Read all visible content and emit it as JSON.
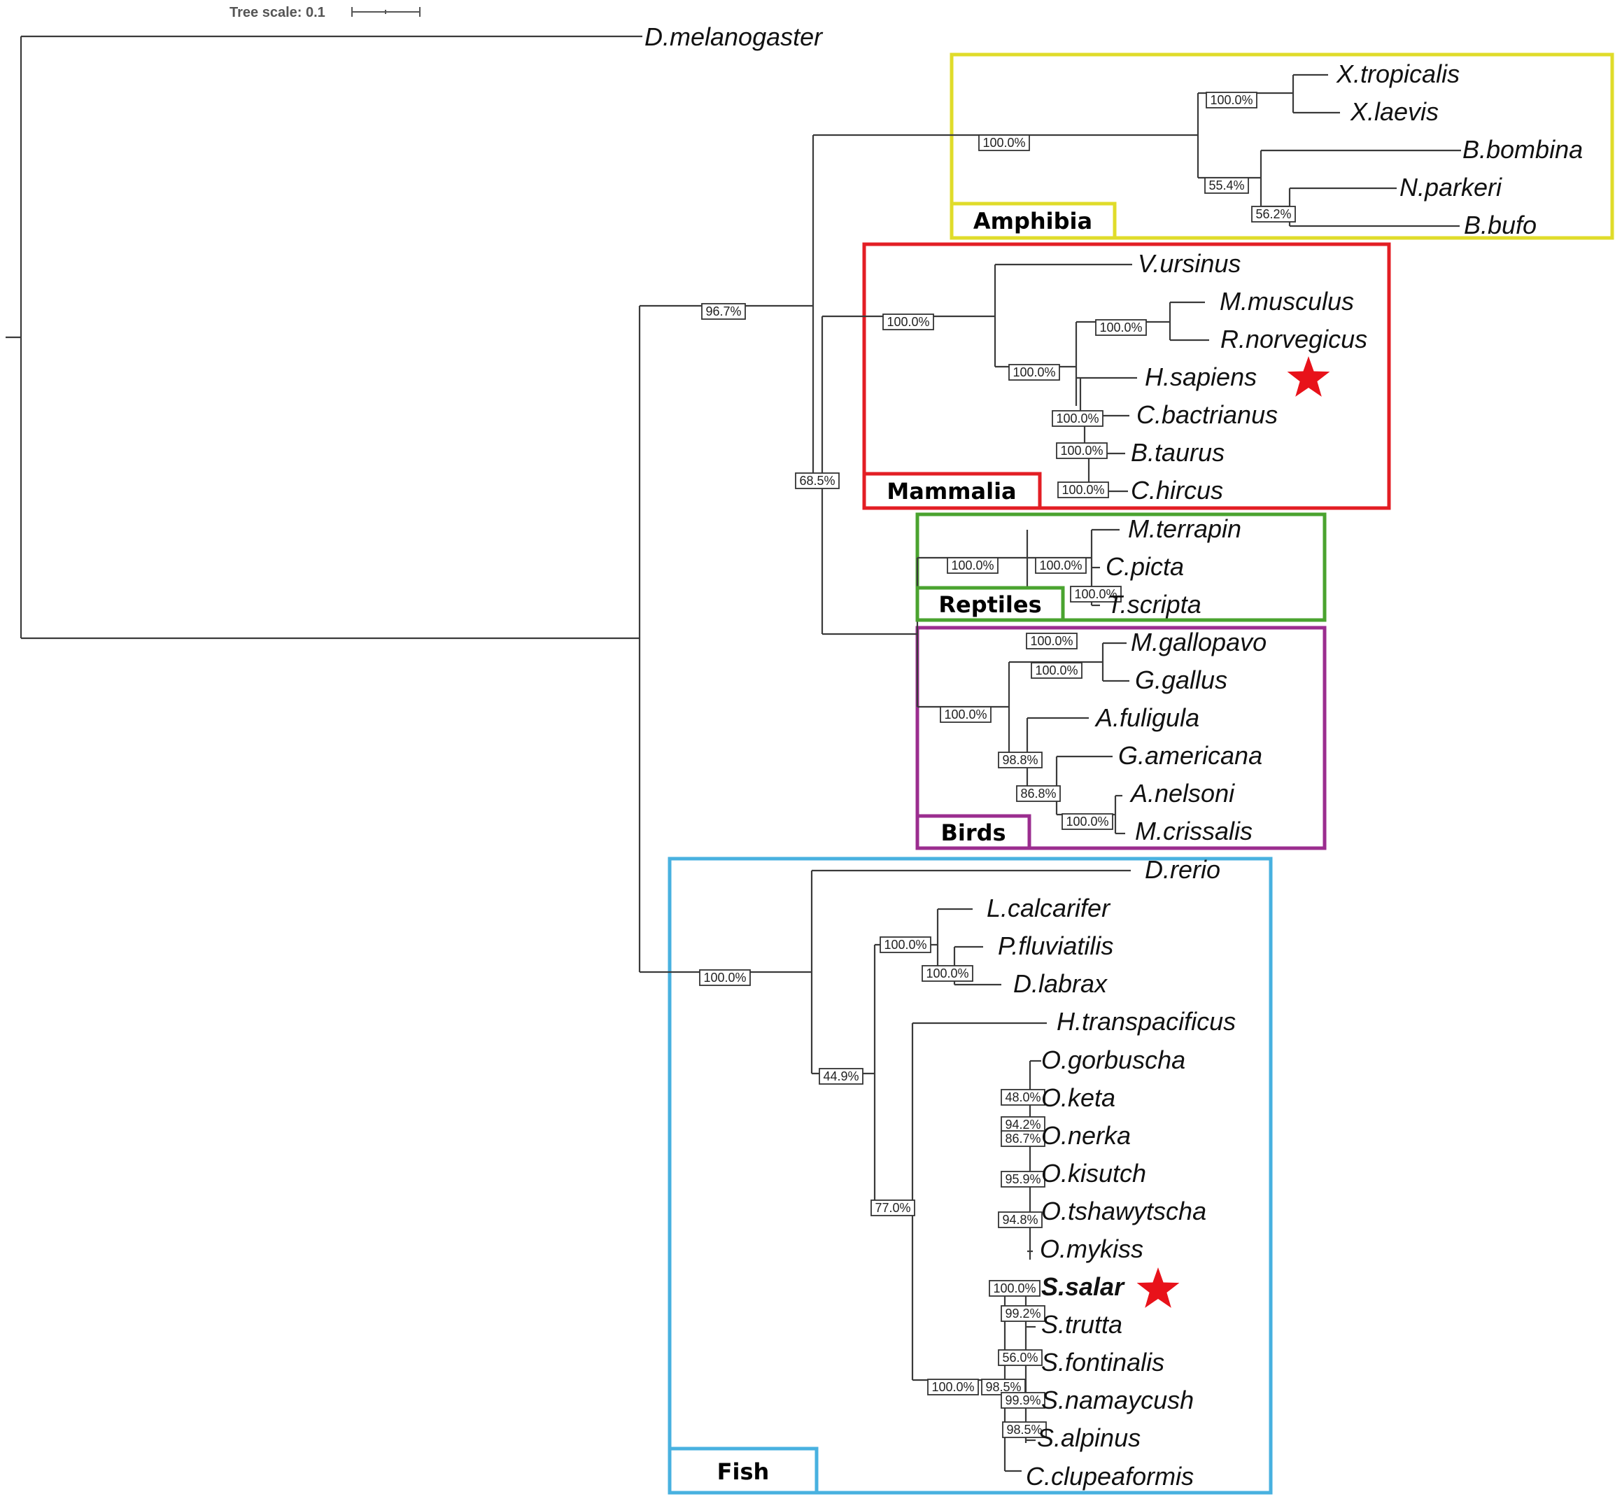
{
  "scale": {
    "label": "Tree scale: 0.1"
  },
  "colors": {
    "amphibia": "#e0dc2a",
    "mammalia": "#e31e24",
    "reptiles": "#4aa32f",
    "birds": "#9b2d8f",
    "fish": "#48b1e0",
    "star": "#e8121a"
  },
  "groups": {
    "amphibia": "Amphibia",
    "mammalia": "Mammalia",
    "reptiles": "Reptiles",
    "birds": "Birds",
    "fish": "Fish"
  },
  "taxa": [
    "D.melanogaster",
    "X.tropicalis",
    "X.laevis",
    "B.bombina",
    "N.parkeri",
    "B.bufo",
    "V.ursinus",
    "M.musculus",
    "R.norvegicus",
    "H.sapiens",
    "C.bactrianus",
    "B.taurus",
    "C.hircus",
    "M.terrapin",
    "C.picta",
    "T.scripta",
    "M.gallopavo",
    "G.gallus",
    "A.fuligula",
    "G.americana",
    "A.nelsoni",
    "M.crissalis",
    "D.rerio",
    "L.calcarifer",
    "P.fluviatilis",
    "D.labrax",
    "H.transpacificus",
    "O.gorbuscha",
    "O.keta",
    "O.nerka",
    "O.kisutch",
    "O.tshawytscha",
    "O.mykiss",
    "S.salar",
    "S.trutta",
    "S.fontinalis",
    "S.namaycush",
    "S.alpinus",
    "C.clupeaformis"
  ],
  "highlighted_taxa": [
    "H.sapiens",
    "S.salar"
  ],
  "bootstrap": [
    "96.7%",
    "100.0%",
    "100.0%",
    "55.4%",
    "56.2%",
    "68.5%",
    "100.0%",
    "100.0%",
    "100.0%",
    "100.0%",
    "100.0%",
    "100.0%",
    "100.0%",
    "100.0%",
    "100.0%",
    "100.0%",
    "100.0%",
    "100.0%",
    "98.8%",
    "86.8%",
    "100.0%",
    "100.0%",
    "100.0%",
    "100.0%",
    "44.9%",
    "77.0%",
    "100.0%",
    "48.0%",
    "94.2%",
    "86.7%",
    "95.9%",
    "94.8%",
    "100.0%",
    "99.2%",
    "56.0%",
    "98.5%",
    "99.9%",
    "98.5%"
  ]
}
